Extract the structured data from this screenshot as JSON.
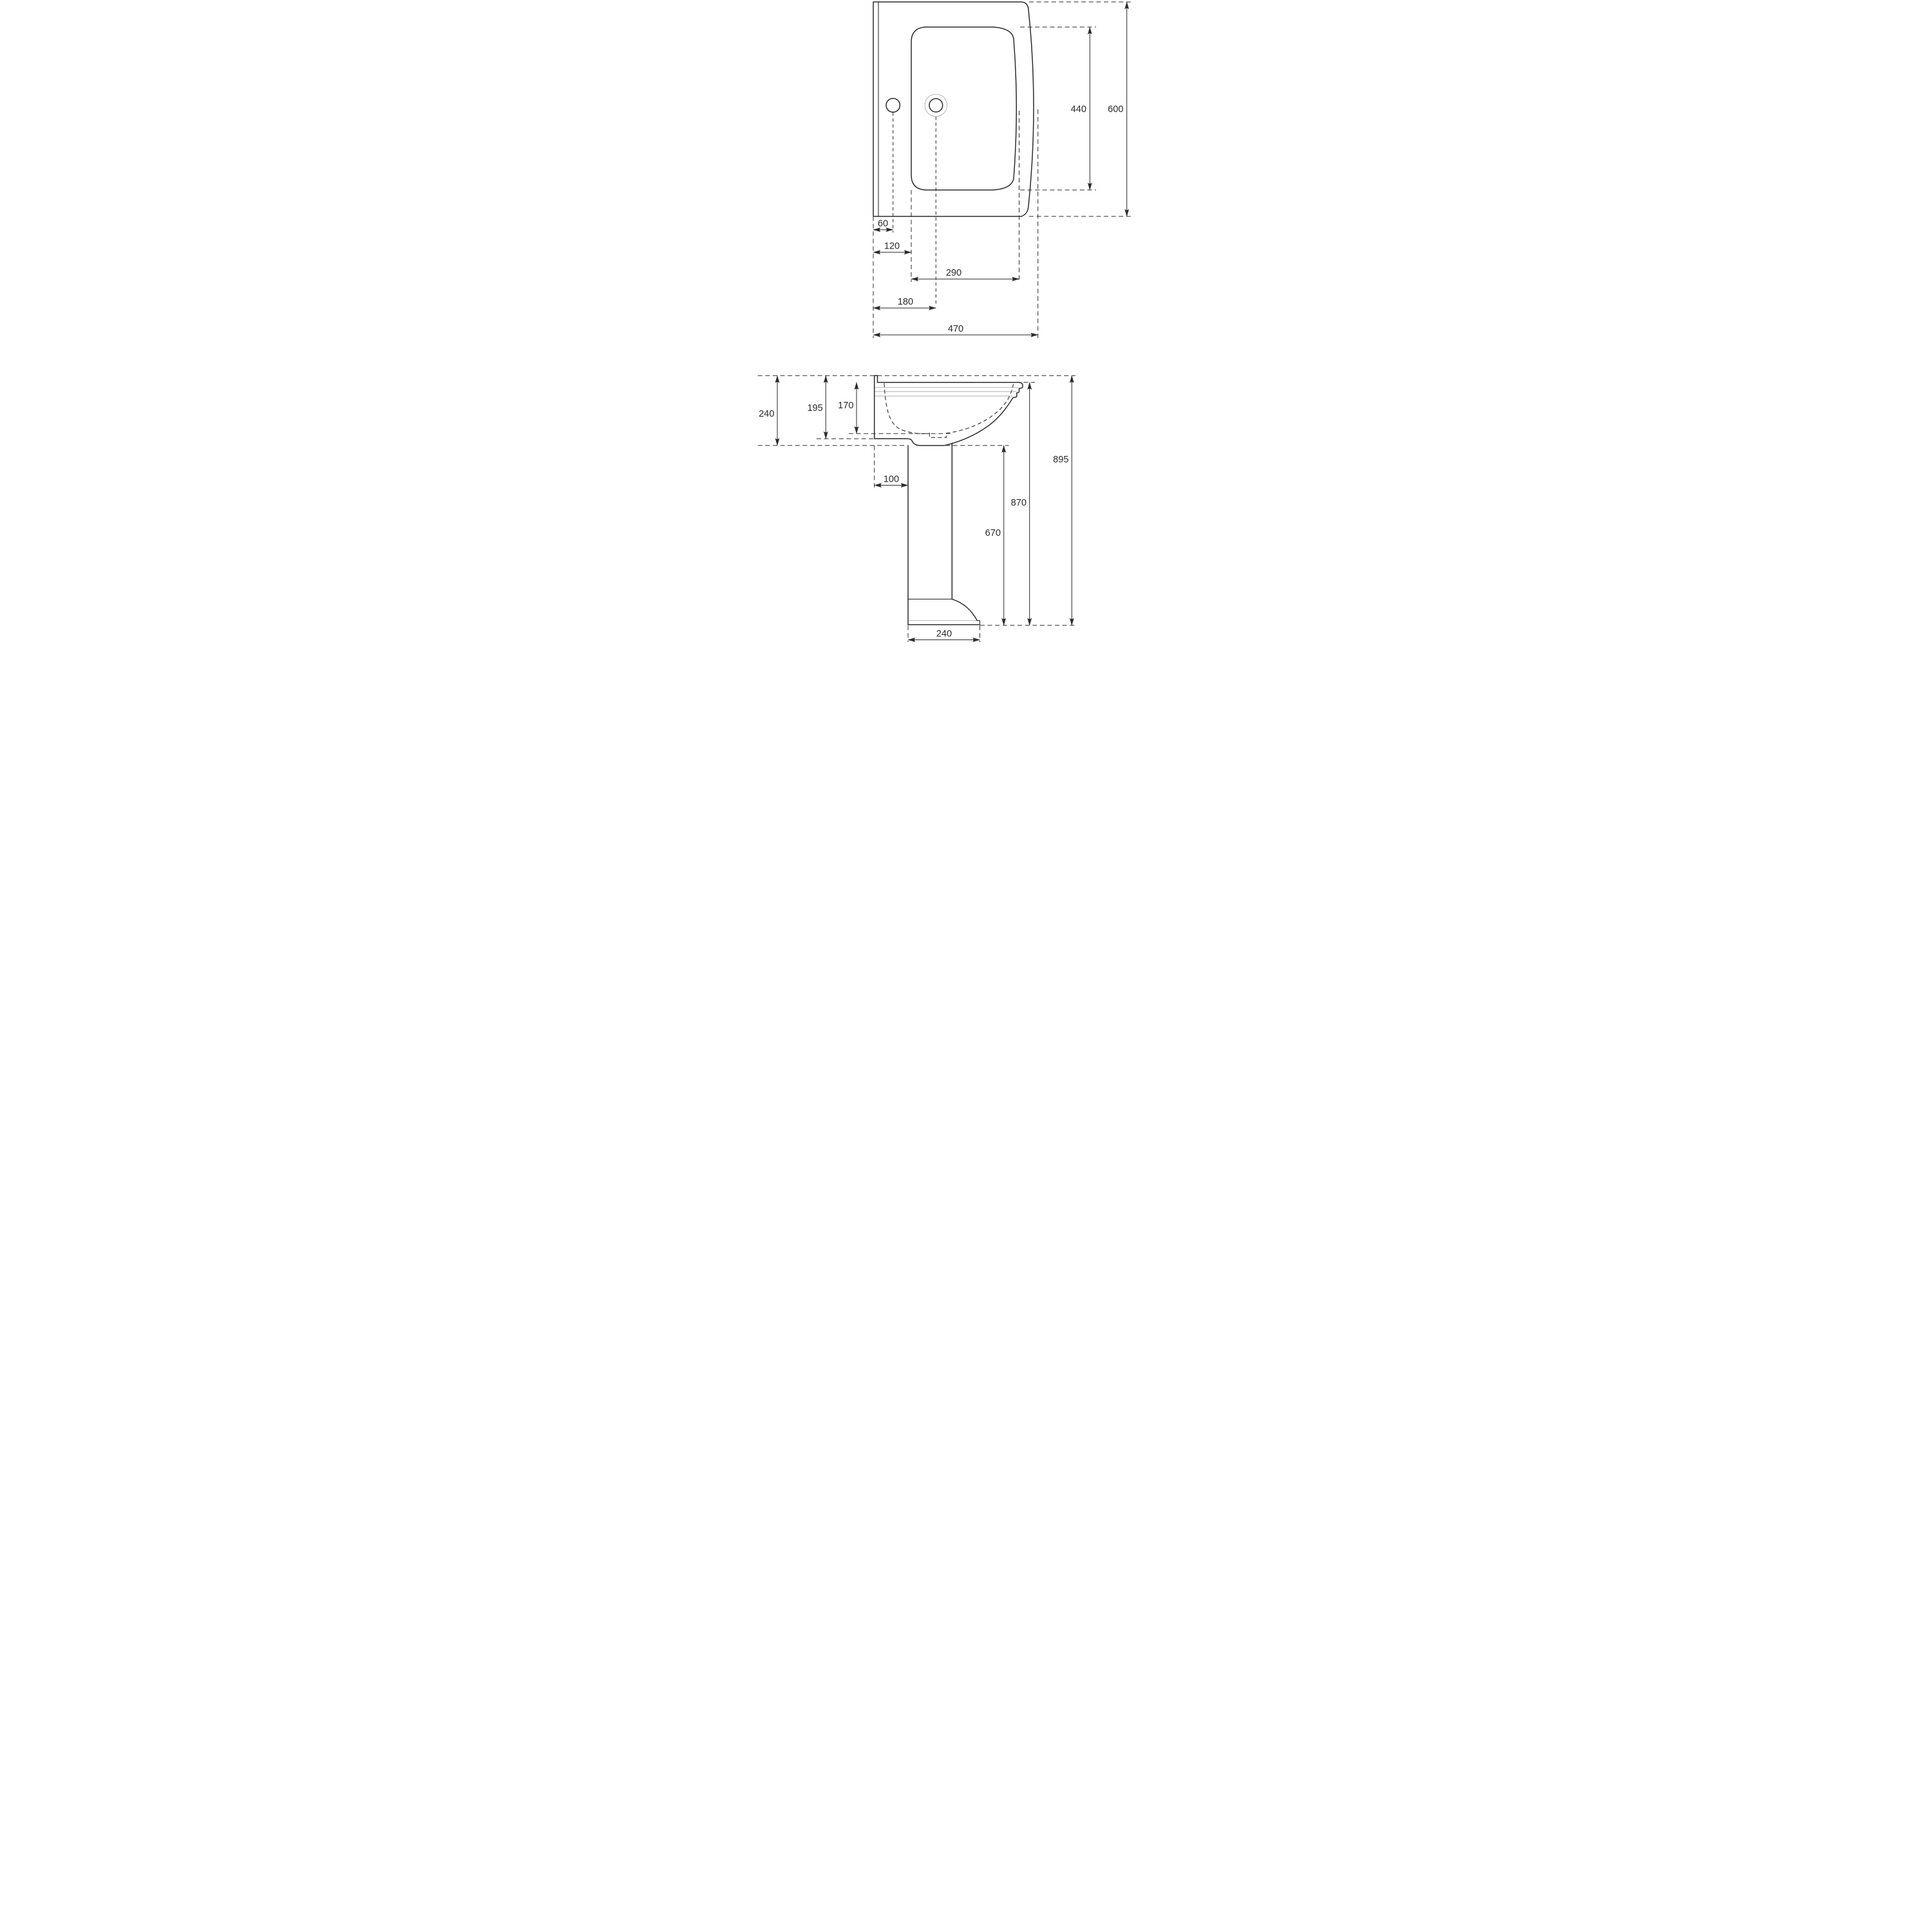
{
  "drawing": {
    "type": "technical-dimension-drawing",
    "subject": "pedestal washbasin (top view and side view)",
    "colors": {
      "line": "#2b2b2b",
      "thin_line": "#949494",
      "background": "#ffffff"
    }
  },
  "dims": {
    "top": {
      "hole_offset": "60",
      "basin_edge_offset": "120",
      "basin_width": "290",
      "tap_center_offset": "180",
      "overall_depth": "470",
      "basin_length": "440",
      "overall_width": "600"
    },
    "side": {
      "rim_to_underside": "240",
      "apron_height": "195",
      "basin_inner_depth": "170",
      "wall_to_pedestal": "100",
      "pedestal_height": "670",
      "rim_height": "870",
      "overall_height": "895",
      "base_width": "240"
    }
  }
}
